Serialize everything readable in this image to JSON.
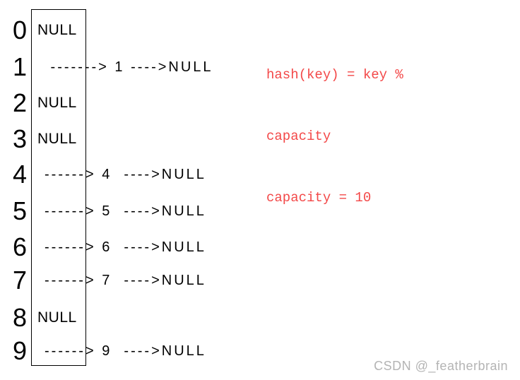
{
  "annotation": {
    "lines": [
      "hash(key) = key %",
      "capacity",
      "capacity = 10"
    ],
    "color": "#f34848"
  },
  "hash_table": {
    "capacity": "10",
    "rows": [
      {
        "index": "0",
        "cell": "NULL"
      },
      {
        "index": "1",
        "chain": " -------> 1 ---->NULL"
      },
      {
        "index": "2",
        "cell": "NULL"
      },
      {
        "index": "3",
        "cell": "NULL"
      },
      {
        "index": "4",
        "chain": "------> 4  ---->NULL"
      },
      {
        "index": "5",
        "chain": "------> 5  ---->NULL"
      },
      {
        "index": "6",
        "chain": "------> 6  ---->NULL"
      },
      {
        "index": "7",
        "chain": "------> 7  ---->NULL"
      },
      {
        "index": "8",
        "cell": "NULL"
      },
      {
        "index": "9",
        "chain": "------> 9  ---->NULL"
      }
    ]
  },
  "watermark": "CSDN @_featherbrain",
  "colors": {
    "annotation_red": "#f34848",
    "watermark_gray": "#b4b4b4",
    "diagram_black": "#000000"
  }
}
